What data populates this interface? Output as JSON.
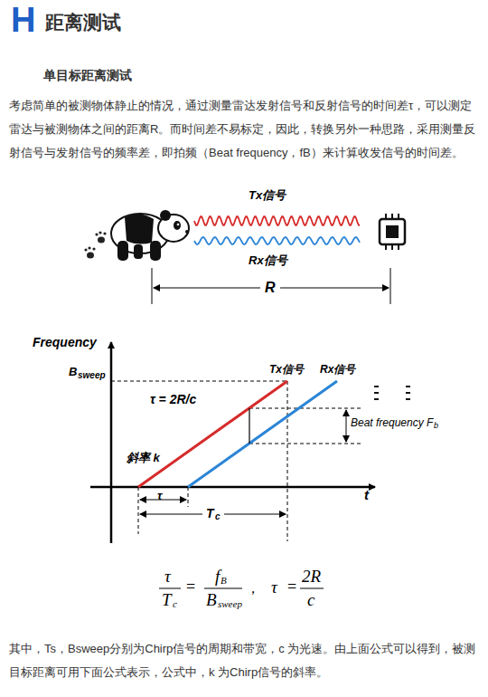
{
  "diagram": {
    "title": "距离测试",
    "labels": [
      "H",
      "单目标距离测试",
      "考虑简单的被测物体静止的情况，通过测量雷达发射信号和反射信号的时间差τ，可以测定雷达与被测物体之间的距离R。而时间差不易标定，因此，转换另外一种思路，采用测量反射信号与发射信号的频率差，即拍频（Beat frequency，fB）来计算收发信号的时间差。",
      "Tx信号",
      "Rx信号",
      "R",
      "Frequency",
      "B",
      "sweep",
      "Tx信号",
      "Rx信号",
      "τ = 2R/c",
      "Beat frequency F",
      "b",
      "斜率 k",
      "τ",
      "t",
      "T",
      "c",
      "τ",
      "T",
      "c",
      "=",
      "f",
      "B",
      "B",
      "sweep",
      "，",
      "τ",
      "=",
      "2R",
      "c",
      "其中，Ts，Bsweep分别为Chirp信号的周期和带宽，c 为光速。由上面公式可以得到，被测目标距离可用下面公式表示，公式中，k 为Chirp信号的斜率。"
    ]
  }
}
